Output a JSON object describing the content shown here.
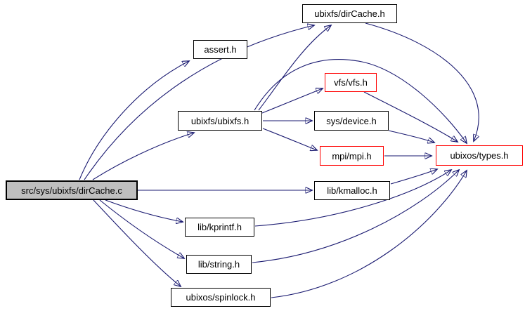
{
  "graph": {
    "type": "include-dependency-graph",
    "background_color": "#ffffff",
    "edge_color": "#191970",
    "highlight_border_color": "#ff0000",
    "main_node_fill": "#bfbfbf",
    "node_fill": "#ffffff",
    "nodes": [
      {
        "id": "dircache_c",
        "label": "src/sys/ubixfs/dirCache.c",
        "style": "main"
      },
      {
        "id": "assert_h",
        "label": "assert.h",
        "style": "normal"
      },
      {
        "id": "dircache_h",
        "label": "ubixfs/dirCache.h",
        "style": "normal"
      },
      {
        "id": "vfs_h",
        "label": "vfs/vfs.h",
        "style": "red"
      },
      {
        "id": "ubixfs_h",
        "label": "ubixfs/ubixfs.h",
        "style": "normal"
      },
      {
        "id": "device_h",
        "label": "sys/device.h",
        "style": "normal"
      },
      {
        "id": "mpi_h",
        "label": "mpi/mpi.h",
        "style": "red"
      },
      {
        "id": "types_h",
        "label": "ubixos/types.h",
        "style": "red"
      },
      {
        "id": "kmalloc_h",
        "label": "lib/kmalloc.h",
        "style": "normal"
      },
      {
        "id": "kprintf_h",
        "label": "lib/kprintf.h",
        "style": "normal"
      },
      {
        "id": "string_h",
        "label": "lib/string.h",
        "style": "normal"
      },
      {
        "id": "spinlock_h",
        "label": "ubixos/spinlock.h",
        "style": "normal"
      }
    ],
    "edges": [
      {
        "from": "dircache_c",
        "to": "assert_h"
      },
      {
        "from": "dircache_c",
        "to": "dircache_h"
      },
      {
        "from": "dircache_c",
        "to": "ubixfs_h"
      },
      {
        "from": "dircache_c",
        "to": "kmalloc_h"
      },
      {
        "from": "dircache_c",
        "to": "kprintf_h"
      },
      {
        "from": "dircache_c",
        "to": "string_h"
      },
      {
        "from": "dircache_c",
        "to": "spinlock_h"
      },
      {
        "from": "ubixfs_h",
        "to": "dircache_h"
      },
      {
        "from": "ubixfs_h",
        "to": "vfs_h"
      },
      {
        "from": "ubixfs_h",
        "to": "device_h"
      },
      {
        "from": "ubixfs_h",
        "to": "mpi_h"
      },
      {
        "from": "ubixfs_h",
        "to": "types_h"
      },
      {
        "from": "vfs_h",
        "to": "types_h"
      },
      {
        "from": "device_h",
        "to": "types_h"
      },
      {
        "from": "dircache_h",
        "to": "types_h"
      },
      {
        "from": "mpi_h",
        "to": "types_h"
      },
      {
        "from": "kmalloc_h",
        "to": "types_h"
      },
      {
        "from": "kprintf_h",
        "to": "types_h"
      },
      {
        "from": "string_h",
        "to": "types_h"
      },
      {
        "from": "spinlock_h",
        "to": "types_h"
      }
    ]
  }
}
